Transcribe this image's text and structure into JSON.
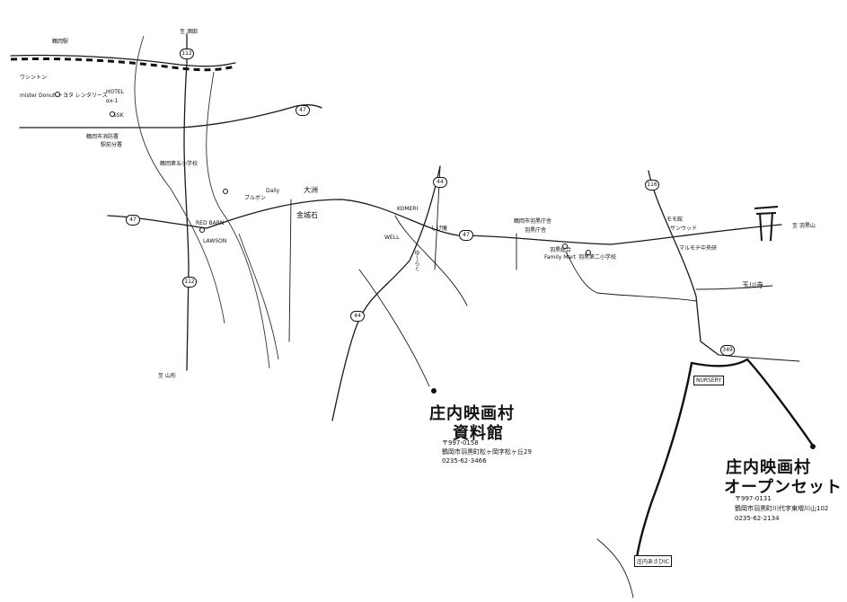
{
  "map": {
    "destinations": {
      "north": "至 酒田",
      "south": "至 山形",
      "east": "至 羽黒山"
    },
    "routes": {
      "r112_top": "112",
      "r112_bottom": "112",
      "r47_top": "47",
      "r47_left": "47",
      "r47_mid": "47",
      "r44_top": "44",
      "r44_bottom": "44",
      "r116": "116",
      "r349": "349"
    },
    "landmarks": {
      "tsuruoka_station": "鶴岡駅",
      "washington": "ワシントン",
      "mister_donut": "mister Donut",
      "toyota_rent": "トヨタ レンタリース",
      "hotel": "HOTEL",
      "hotel_name": "αx-1",
      "ssk": "SSK",
      "fire_dept": "鶴岡市消防署",
      "fire_branch": "駅前分署",
      "higashi_elementary": "鶴岡第五小学校",
      "parkway_1": "ブルボン",
      "parkway_2": "Daily",
      "ohyama": "大洲",
      "konan": "金城石",
      "red_barn": "RED BARN",
      "lawson": "LAWSON",
      "komeri": "KOMERI",
      "well": "WELL",
      "shigeyo": "しげ庵",
      "shops_vertical": "ゆ〜らく",
      "city_office": "鶴岡市羽黒庁舎",
      "haguro_office": "羽黒庁舎",
      "haguro_center": "羽黒総合",
      "family_mart": "Family Mart",
      "haguro_dai2": "羽黒第二小学校",
      "meyaka": "モモ館",
      "sunwood": "サンウッド",
      "marumochi": "マルモチ中央研",
      "gyokusenji": "玉川寺",
      "shonai_ic": "庄内あさひIC",
      "sign_box": "NURSERY"
    },
    "archive": {
      "title_line1": "庄内映画村",
      "title_line2": "資料館",
      "postal": "〒997-0158",
      "address": "鶴岡市羽黒町松ヶ岡字松ヶ丘29",
      "phone": "0235-62-3466"
    },
    "openset": {
      "title_line1": "庄内映画村",
      "title_line2": "オープンセット",
      "postal": "〒997-0131",
      "address": "鶴岡市羽黒町川代字東増川山102",
      "phone": "0235-62-2134"
    }
  }
}
